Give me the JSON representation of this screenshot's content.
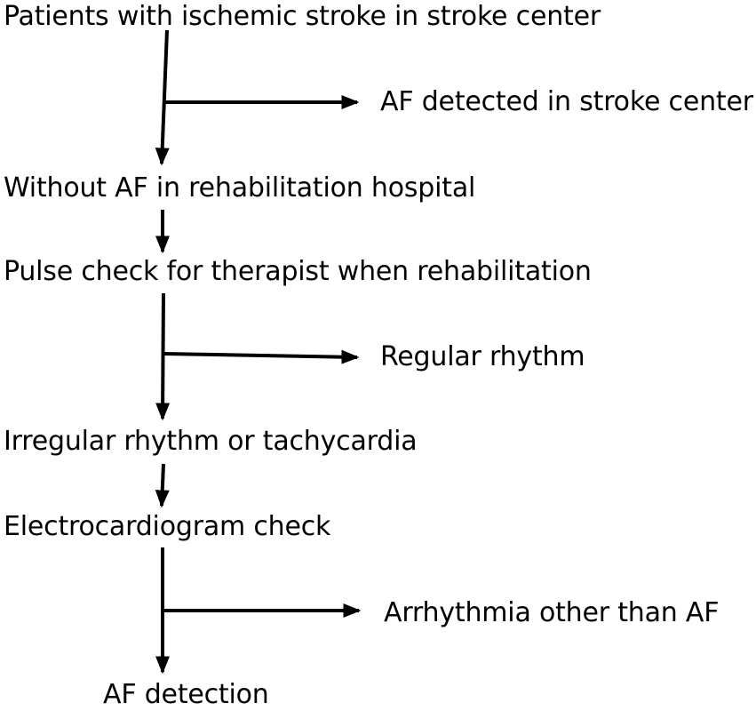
{
  "flowchart": {
    "nodes": {
      "patients": "Patients with ischemic stroke in stroke center",
      "af_stroke_center": "AF detected in stroke center",
      "without_af": "Without AF in rehabilitation hospital",
      "pulse_check": "Pulse check for therapist when rehabilitation",
      "regular_rhythm": "Regular rhythm",
      "irregular_rhythm": "Irregular rhythm or tachycardia",
      "ecg_check": "Electrocardiogram check",
      "other_arrhythmia": "Arrhythmia other than AF",
      "af_detection": "AF detection"
    },
    "edges": [
      {
        "from": "patients",
        "to": "af_stroke_center"
      },
      {
        "from": "patients",
        "to": "without_af"
      },
      {
        "from": "without_af",
        "to": "pulse_check"
      },
      {
        "from": "pulse_check",
        "to": "regular_rhythm"
      },
      {
        "from": "pulse_check",
        "to": "irregular_rhythm"
      },
      {
        "from": "irregular_rhythm",
        "to": "ecg_check"
      },
      {
        "from": "ecg_check",
        "to": "other_arrhythmia"
      },
      {
        "from": "ecg_check",
        "to": "af_detection"
      }
    ]
  }
}
